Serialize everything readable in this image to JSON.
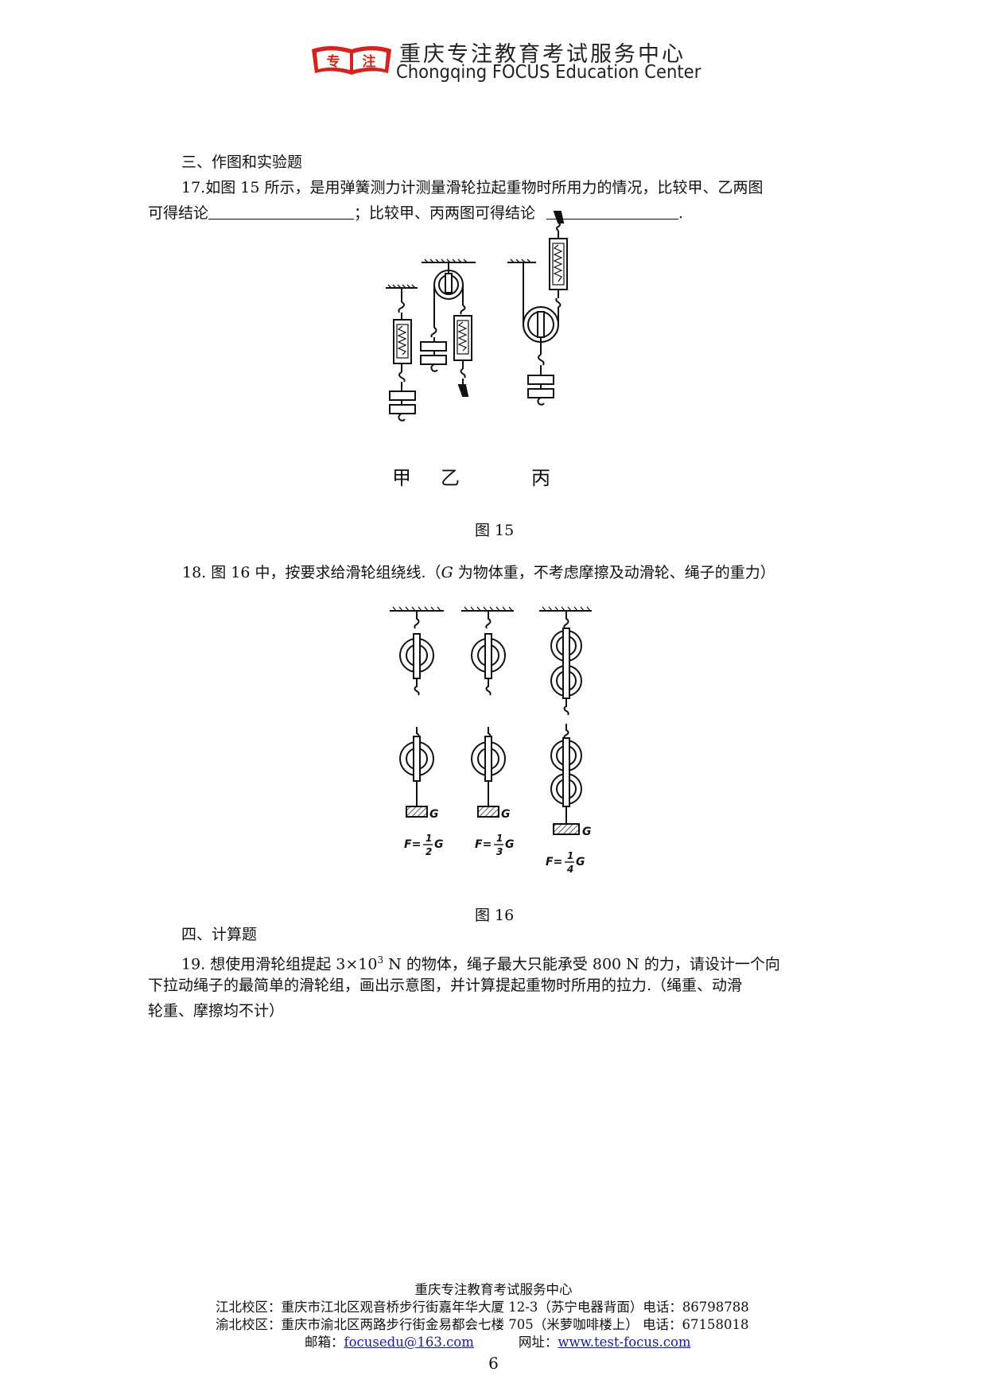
{
  "header": {
    "logo_text": "专注",
    "name_cn": "重庆专注教育考试服务中心",
    "name_en": "Chongqing FOCUS Education Center"
  },
  "section3": {
    "title": "三、作图和实验题",
    "q17_line1": "17.如图 15 所示，是用弹簧测力计测量滑轮拉起重物时所用力的情况，比较甲、乙两图",
    "q17_line2_a": "可得结论",
    "q17_line2_b": "；比较甲、丙两图可得结论",
    "q17_line2_end": ".",
    "fig15_labels": [
      "甲",
      "乙",
      "丙"
    ],
    "fig15_caption": "图 15",
    "q18": "18. 图 16 中，按要求给滑轮组绕线.（",
    "q18_italic": "G",
    "q18_rest": " 为物体重，不考虑摩擦及动滑轮、绳子的重力）",
    "fig16_weight_label": "G",
    "fig16_formulas": [
      {
        "lhs": "F=",
        "num": "1",
        "den": "2",
        "rhs": "G"
      },
      {
        "lhs": "F=",
        "num": "1",
        "den": "3",
        "rhs": "G"
      },
      {
        "lhs": "F=",
        "num": "1",
        "den": "4",
        "rhs": "G"
      }
    ],
    "fig16_caption": "图 16"
  },
  "section4": {
    "title": "四、计算题",
    "q19_line1_a": "19. 想使用滑轮组提起 3×10",
    "q19_sup": "3",
    "q19_line1_b": " N 的物体，绳子最大只能承受 800 N 的力，请设计一个向",
    "q19_line2": "下拉动绳子的最简单的滑轮组，画出示意图，并计算提起重物时所用的拉力.（绳重、动滑",
    "q19_line3": "轮重、摩擦均不计）"
  },
  "footer": {
    "org": "重庆专注教育考试服务中心",
    "campus1": "江北校区：重庆市江北区观音桥步行街嘉年华大厦 12-3（苏宁电器背面）电话：86798788",
    "campus2": "渝北校区：重庆市渝北区两路步行街金易都会七楼 705（米萝咖啡楼上）  电话：67158018",
    "email_label": "邮箱：",
    "email": "focusedu@163.com",
    "site_label": "网址：",
    "site": "www.test-focus.com",
    "page_number": "6"
  },
  "colors": {
    "logo_red": "#d9211c",
    "link_blue": "#1a1aa0"
  }
}
